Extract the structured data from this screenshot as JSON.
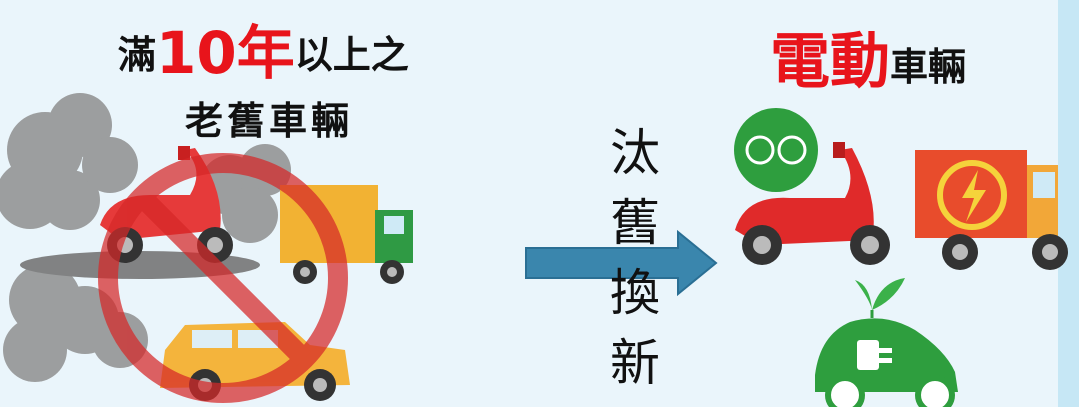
{
  "left_heading": {
    "prefix": "滿",
    "number": "10年",
    "suffix": "以上之",
    "line2": "老舊車輛"
  },
  "right_heading": {
    "emphasis": "電動",
    "suffix": "車輛"
  },
  "vertical_text": [
    "汰",
    "舊",
    "換",
    "新"
  ],
  "colors": {
    "accent_red": "#e8141b",
    "arrow_blue": "#3a86ad",
    "background": "#eaf5fb",
    "side_band": "#c6e7f5",
    "eco_green": "#2e9e3e"
  },
  "icons": [
    "prohibition-icon",
    "old-scooter-icon",
    "old-truck-icon",
    "old-car-icon",
    "smoke-icon",
    "arrow-right-icon",
    "electric-scooter-icon",
    "electric-truck-icon",
    "eco-electric-car-icon"
  ]
}
